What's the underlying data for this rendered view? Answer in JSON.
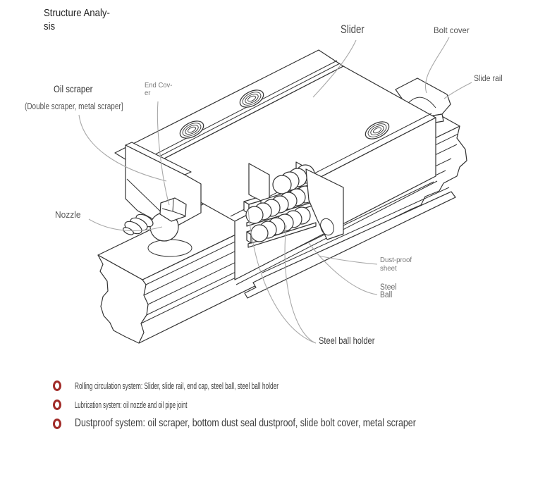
{
  "title": {
    "line1": "Structure Analy-",
    "line2": "sis"
  },
  "diagram": {
    "labels": {
      "slider": "Slider",
      "bolt_cover": "Bolt cover",
      "slide_rail": "Slide rail",
      "oil_scraper": "Oil scraper",
      "oil_scraper_sub": "(Double scraper, metal scraper]",
      "end_cover_line1": "End Cov-",
      "end_cover_line2": "er",
      "nozzle": "Nozzle",
      "dust_proof_line1": "Dust-proof",
      "dust_proof_line2": "sheet",
      "steel_ball_line1": "Steel",
      "steel_ball_line2": "Ball",
      "steel_ball_holder": "Steel ball holder"
    },
    "stroke_color": "#333333",
    "leader_color": "#a9a9a9"
  },
  "legend": {
    "bullet_color": "#a12b28",
    "items": [
      {
        "text": "Rolling circulation system: Slider, slide rail, end cap, steel ball, steel ball holder"
      },
      {
        "text": "Lubrication system: oil nozzle and oil pipe joint"
      },
      {
        "text": "Dustproof system: oil scraper, bottom dust seal dustproof, slide bolt cover, metal scraper"
      }
    ]
  }
}
